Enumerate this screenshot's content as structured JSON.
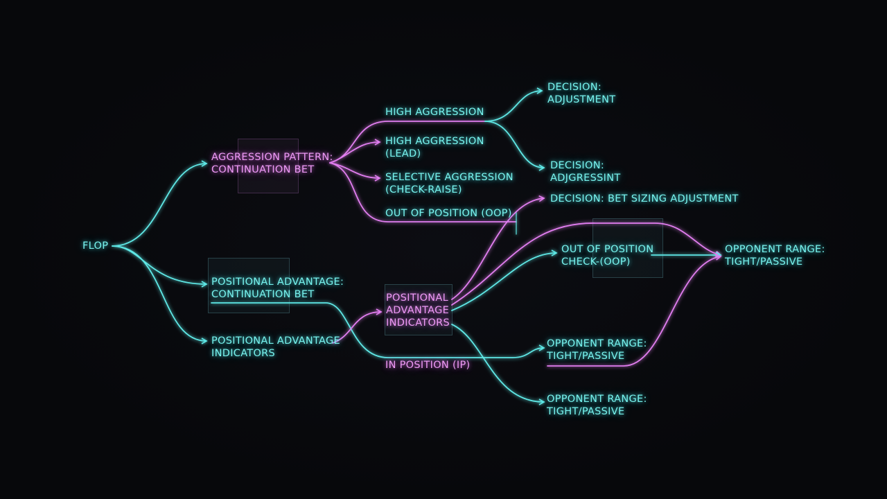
{
  "nodes": {
    "flop": "FLOP",
    "aggression_pattern": [
      "AGGRESSION PATTERN:",
      "CONTINUATION BET"
    ],
    "positional_cbet": [
      "POSITIONAL ADVANTAGE:",
      "CONTINUATION BET"
    ],
    "positional_indicators_left": [
      "POSITIONAL ADVANTAGE",
      "INDICATORS"
    ],
    "high_aggression": "HIGH AGGRESSION",
    "high_aggression_lead": [
      "HIGH AGGRESSION",
      "(LEAD)"
    ],
    "selective_aggression": [
      "SELECTIVE AGGRESSION",
      "(CHECK-RAISE)"
    ],
    "out_of_position": "OUT OF POSITION (OOP)",
    "positional_indicators_mid": [
      "POSITIONAL",
      "ADVANTAGE",
      "INDICATORS"
    ],
    "in_position": "IN POSITION (IP)",
    "decision_adjustment": [
      "DECISION:",
      "ADJUSTMENT"
    ],
    "decision_adjgressint": [
      "DECISION:",
      "ADJGRESSINT"
    ],
    "decision_bet_sizing": "DECISION: BET SIZING ADJUSTMENT",
    "oop_check": [
      "OUT OF POSITION",
      "CHECK-(OOP)"
    ],
    "opponent_range_right": [
      "OPPONENT RANGE:",
      "TIGHT/PASSIVE"
    ],
    "opponent_range_mid": [
      "OPPONENT RANGE:",
      "TIGHT/PASSIVE"
    ],
    "opponent_range_bottom": [
      "OPPONENT RANGE:",
      "TIGHT/PASSIVE"
    ]
  },
  "colors": {
    "cyan": "#5ee8e6",
    "magenta": "#e27ef0",
    "background": "#07080b"
  }
}
